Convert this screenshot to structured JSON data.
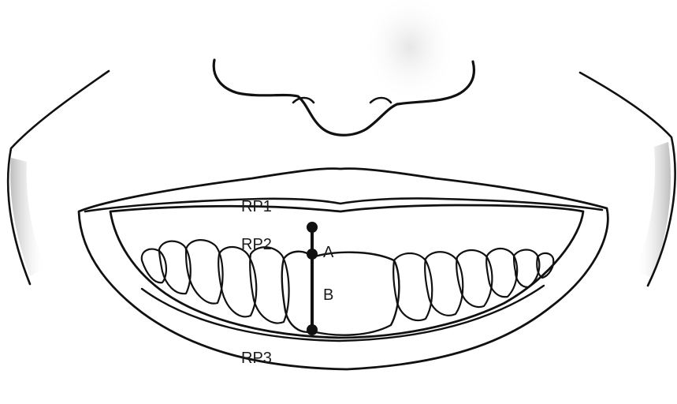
{
  "diagram": {
    "labels": {
      "rp1": "RP1",
      "rp2": "RP2",
      "rp3": "RP3",
      "a": "A",
      "b": "B"
    },
    "colors": {
      "ink": "#111111",
      "gum_shadow_dark": "#8a8a8a",
      "gum_shadow_light": "#f4f4f4",
      "background": "#ffffff"
    }
  }
}
